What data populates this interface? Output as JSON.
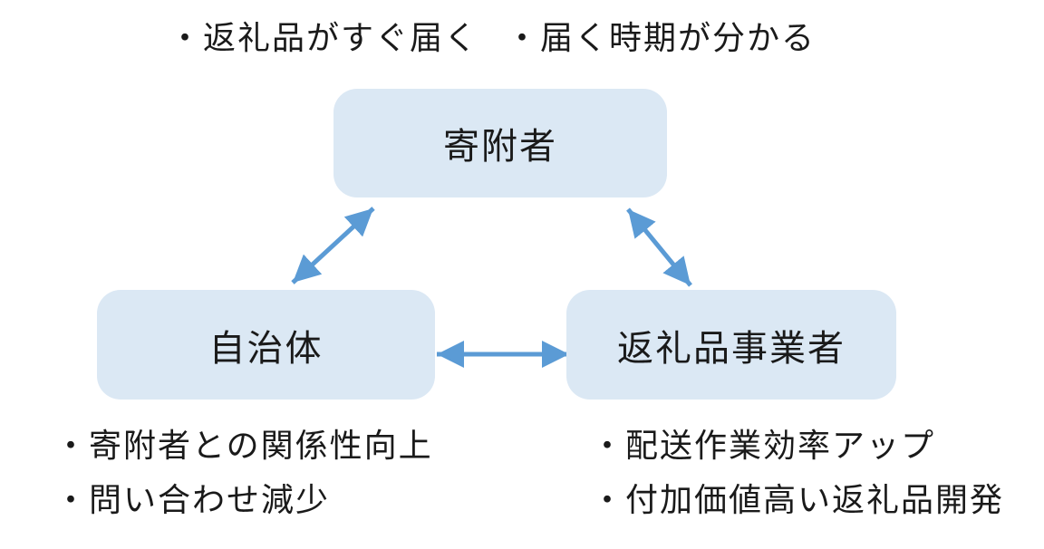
{
  "diagram": {
    "type": "relationship-triangle",
    "colors": {
      "box_fill": "#dbe8f4",
      "arrow": "#5b9bd5",
      "text_color": "#1a1a1a"
    },
    "nodes": {
      "donor": {
        "label": "寄附者"
      },
      "municipality": {
        "label": "自治体"
      },
      "provider": {
        "label": "返礼品事業者"
      }
    },
    "top_notes": [
      "・返礼品がすぐ届く",
      "・届く時期が分かる"
    ],
    "municipality_notes": [
      "・寄附者との関係性向上",
      "・問い合わせ減少"
    ],
    "provider_notes": [
      "・配送作業効率アップ",
      "・付加価値高い返礼品開発"
    ],
    "arrows": [
      {
        "name": "donor-municipality",
        "bidirectional": true
      },
      {
        "name": "donor-provider",
        "bidirectional": true
      },
      {
        "name": "municipality-provider",
        "bidirectional": true
      }
    ]
  }
}
